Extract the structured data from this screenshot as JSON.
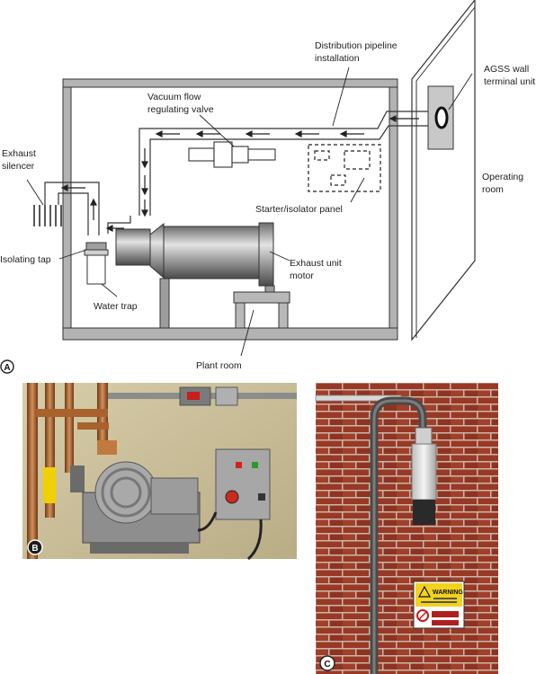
{
  "labels": {
    "distribution_line1": "Distribution pipeline",
    "distribution_line2": "installation",
    "agss_line1": "AGSS wall",
    "agss_line2": "terminal unit",
    "vacuum_line1": "Vacuum flow",
    "vacuum_line2": "regulating valve",
    "exhaust_silencer_line1": "Exhaust",
    "exhaust_silencer_line2": "silencer",
    "operating_room_line1": "Operating",
    "operating_room_line2": "room",
    "starter_panel": "Starter/isolator panel",
    "isolating_tap": "Isolating tap",
    "exhaust_motor_line1": "Exhaust unit",
    "exhaust_motor_line2": "motor",
    "water_trap": "Water trap",
    "plant_room": "Plant room"
  },
  "badges": {
    "a": "A",
    "b": "B",
    "c": "C"
  },
  "sign": {
    "warning": "WARNING"
  },
  "colors": {
    "wall_gray": "#b3b3b3",
    "wall_outline": "#333333",
    "copper": "#b06a2f",
    "brick": "#9a3826",
    "mortar": "#c8b8a8",
    "panel_gray": "#9a9a9a",
    "sign_yellow": "#f3d21a"
  }
}
